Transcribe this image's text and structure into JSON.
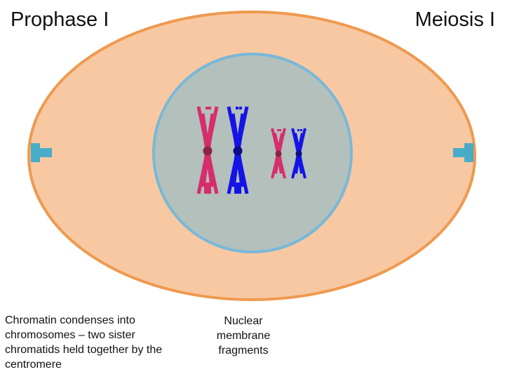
{
  "header": {
    "title_left": "Prophase I",
    "title_right": "Meiosis I"
  },
  "labels": {
    "chromatin": "Chromatin condenses into chromosomes – two sister chromatids held together by the centromere",
    "nuclear_membrane": "Nuclear membrane fragments"
  },
  "colors": {
    "cell_fill": "#f8c8a2",
    "cell_border": "#ee9a50",
    "nucleus_fill": "#b4c0bc",
    "nucleus_border": "#78b8d8",
    "chromosome_pink": "#d62e6c",
    "chromosome_blue": "#1414e6",
    "centromere_pink": "#8c2348",
    "centromere_blue": "#0c0c8c",
    "centrosome": "#48acc8"
  },
  "icons": [
    "centrosome-icon",
    "chromosome-icon"
  ]
}
